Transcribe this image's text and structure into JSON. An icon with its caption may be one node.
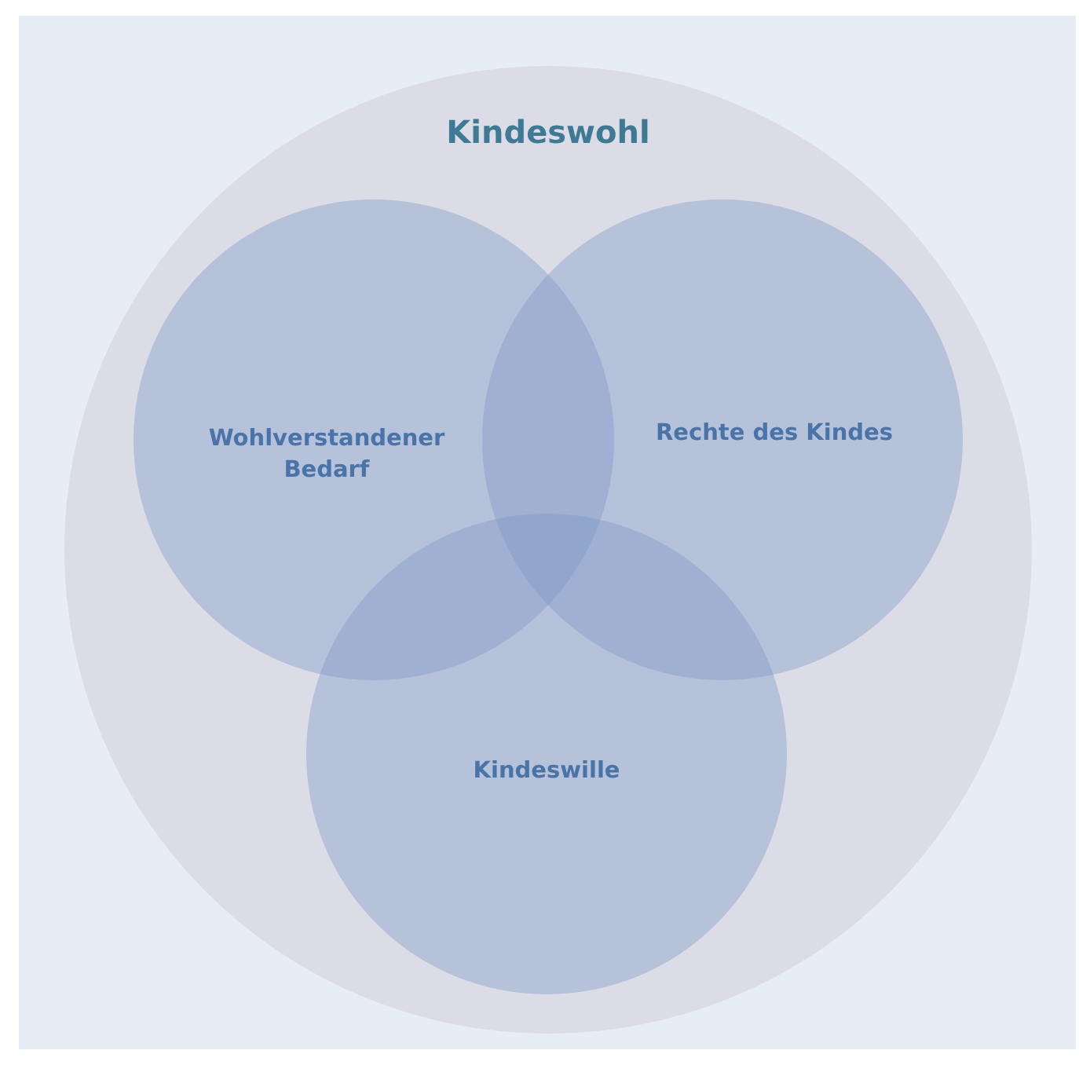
{
  "diagram": {
    "nodes": [
      {
        "text": [
          "Kindeswohl"
        ]
      },
      {
        "text": [
          "Wohlverstandener Bedarf"
        ],
        "in": 0
      },
      {
        "text": [
          "Rechte des Kindes"
        ],
        "in": 0
      },
      {
        "text": [
          "Kindeswille"
        ],
        "in": 0
      }
    ]
  }
}
